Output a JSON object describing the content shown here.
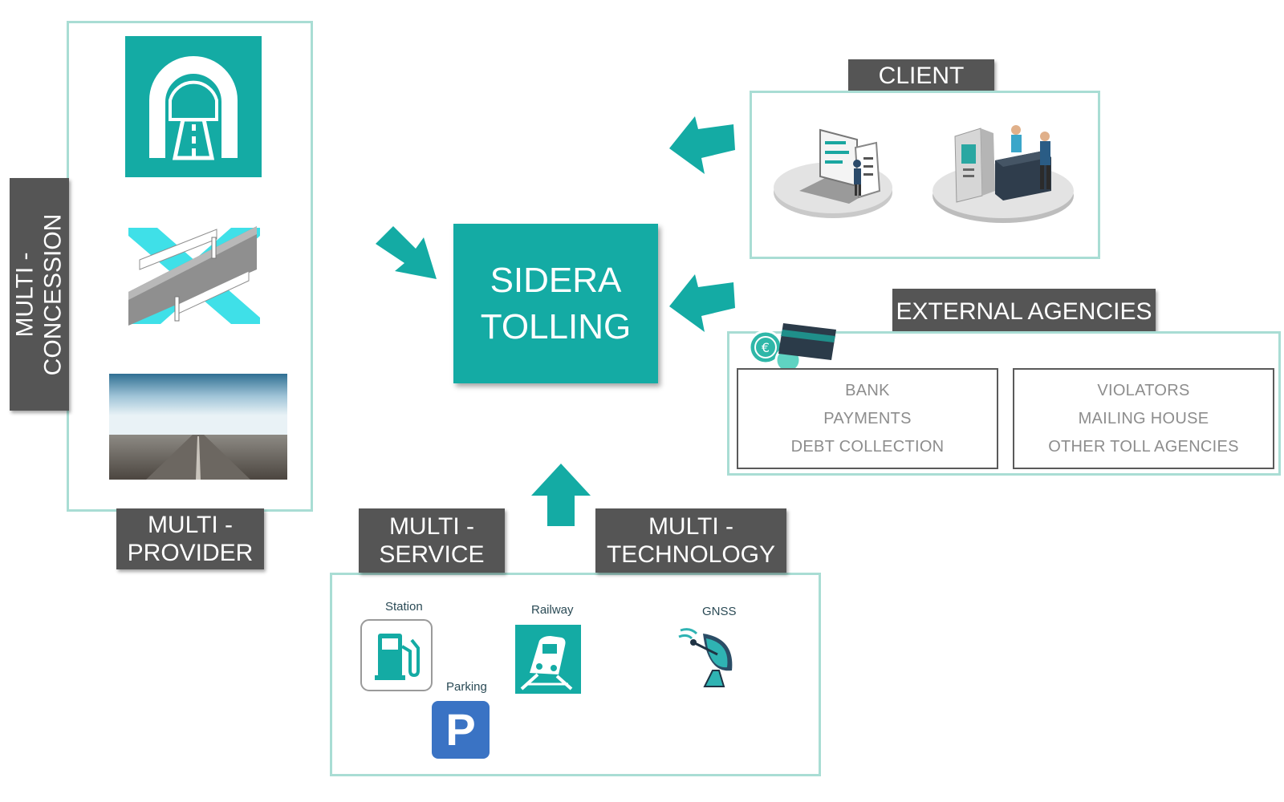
{
  "core": {
    "line1": "SIDERA",
    "line2": "TOLLING"
  },
  "labels": {
    "multi_concession": [
      "MULTI -",
      "CONCESSION"
    ],
    "multi_provider": [
      "MULTI -",
      "PROVIDER"
    ],
    "multi_service": [
      "MULTI -",
      "SERVICE"
    ],
    "multi_technology": [
      "MULTI -",
      "TECHNOLOGY"
    ],
    "client": "CLIENT",
    "external_agencies": "EXTERNAL AGENCIES"
  },
  "agencies": {
    "left": [
      "BANK",
      "PAYMENTS",
      "DEBT COLLECTION"
    ],
    "right": [
      "VIOLATORS",
      "MAILING HOUSE",
      "OTHER TOLL AGENCIES"
    ]
  },
  "services": {
    "station": "Station",
    "railway": "Railway",
    "gnss": "GNSS",
    "parking": "Parking",
    "parking_glyph": "P"
  },
  "colors": {
    "teal": "#14aba4",
    "frame": "#a9ddd4",
    "tag": "#555555",
    "parking_blue": "#3a73c4"
  },
  "icons": [
    "tunnel-icon",
    "bridge-icon",
    "road-photo",
    "client-web-icon",
    "client-desk-icon",
    "coin-icon",
    "card-icon",
    "fuel-pump-icon",
    "train-icon",
    "parking-icon",
    "satellite-dish-icon"
  ]
}
